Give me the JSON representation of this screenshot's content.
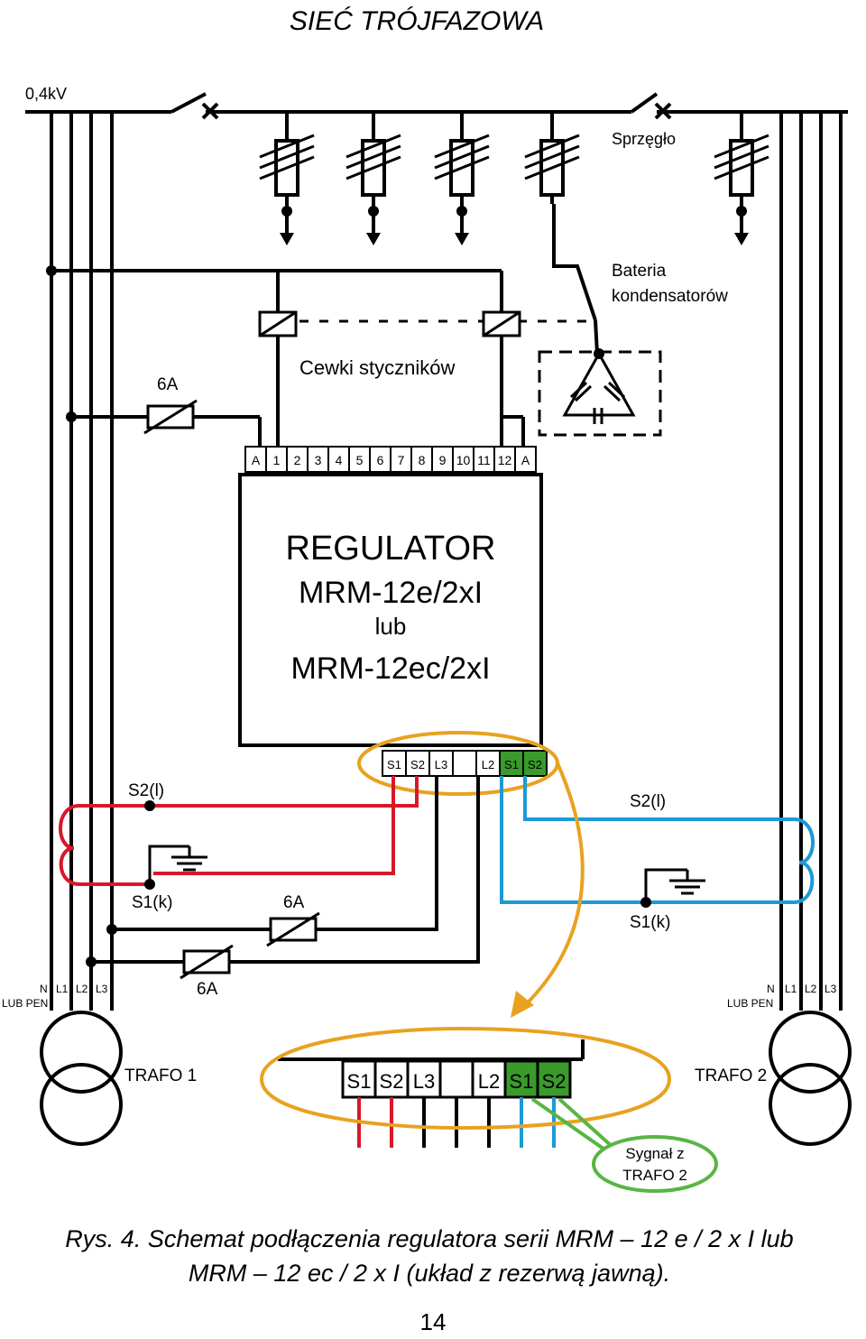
{
  "title": "SIEĆ TRÓJFAZOWA",
  "voltage": "0,4kV",
  "sprzeglo": "Sprzęgło",
  "battery": [
    "Bateria",
    "kondensatorów"
  ],
  "coils_label": "Cewki styczników",
  "fuse_label": "6A",
  "top_terminals": [
    "A",
    "1",
    "2",
    "3",
    "4",
    "5",
    "6",
    "7",
    "8",
    "9",
    "10",
    "11",
    "12",
    "A"
  ],
  "regulator": [
    "REGULATOR",
    "MRM-12e/2xI",
    "lub",
    "MRM-12ec/2xI"
  ],
  "bottom_terminals": [
    "S1",
    "S2",
    "L3",
    "",
    "L2",
    "S1",
    "S2"
  ],
  "ct_labels": {
    "s2": "S2(l)",
    "s1": "S1(k)"
  },
  "trafo_bus_labels": {
    "n": "N",
    "pen": "LUB PEN",
    "l1": "L1",
    "l2": "L2",
    "l3": "L3"
  },
  "trafo1": "TRAFO 1",
  "trafo2": "TRAFO 2",
  "signal": [
    "Sygnał z",
    "TRAFO 2"
  ],
  "caption": [
    "Rys. 4. Schemat podłączenia regulatora serii MRM – 12 e / 2 x I lub",
    "MRM – 12 ec / 2 x I (układ z rezerwą jawną)."
  ],
  "page_number": "14",
  "colors": {
    "red": "#d7182a",
    "blue": "#1c9ad6",
    "orange": "#e8a220",
    "green": "#3a9a2a",
    "signal_green": "#59b544"
  }
}
